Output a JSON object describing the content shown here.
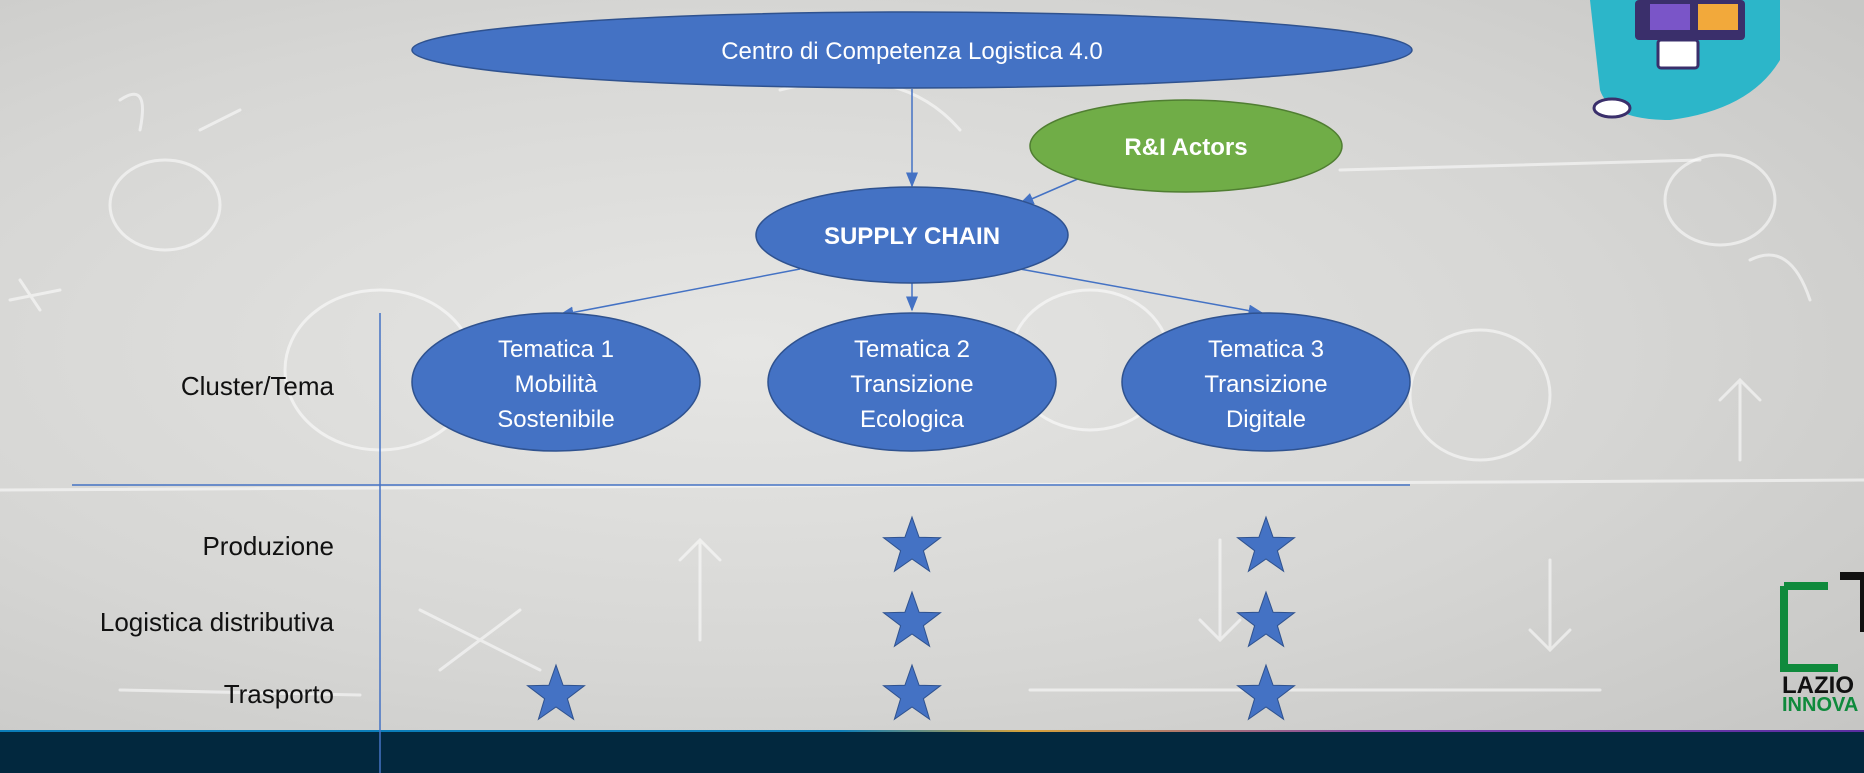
{
  "diagram": {
    "root": "Centro di Competenza Logistica 4.0",
    "actors": "R&I Actors",
    "hub": "SUPPLY CHAIN",
    "themes": [
      {
        "lines": [
          "Tematica 1",
          "Mobilità",
          "Sostenibile"
        ]
      },
      {
        "lines": [
          "Tematica 2",
          "Transizione",
          "Ecologica"
        ]
      },
      {
        "lines": [
          "Tematica 3",
          "Transizione",
          "Digitale"
        ]
      }
    ],
    "header_label": "Cluster/Tema",
    "rows": [
      "Produzione",
      "Logistica distributiva",
      "Trasporto"
    ],
    "stars": [
      [
        false,
        true,
        true
      ],
      [
        false,
        true,
        true
      ],
      [
        true,
        true,
        true
      ]
    ]
  },
  "colors": {
    "ellipse_blue": "#4472c4",
    "ellipse_green": "#70ad47",
    "star_blue": "#4472c4",
    "bar_navy": "#02283e"
  },
  "logo": {
    "line1": "LAZIO",
    "line2": "INNOVA"
  }
}
